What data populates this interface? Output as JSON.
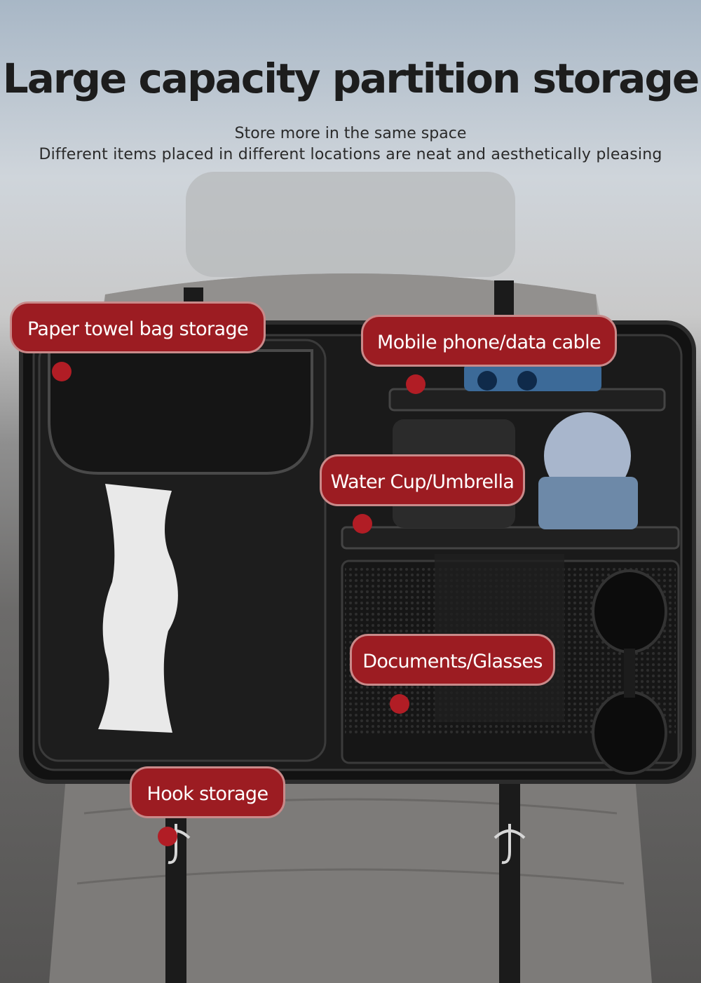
{
  "header": {
    "title": "Large capacity partition storage",
    "subtitle_1": "Store more in the same space",
    "subtitle_2": "Different items placed in different locations are neat and aesthetically pleasing"
  },
  "callouts": {
    "paper_towel": "Paper towel bag storage",
    "mobile_phone": "Mobile phone/data cable",
    "water_cup": "Water Cup/Umbrella",
    "documents": "Documents/Glasses",
    "hook": "Hook storage"
  },
  "colors": {
    "callout_bg": "#9c1c22",
    "callout_dot": "#b11d25",
    "organizer": "#1a1a1a"
  }
}
